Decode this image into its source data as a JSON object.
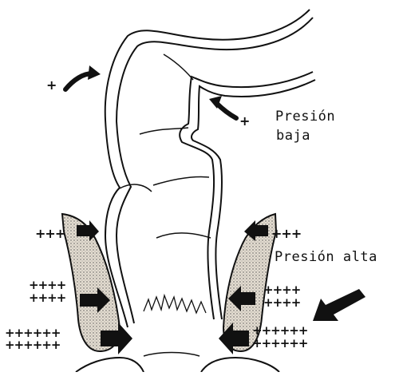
{
  "labels": {
    "low_pressure_line1": "Presión",
    "low_pressure_line2": "baja",
    "high_pressure": "Presión alta"
  },
  "pressure_marks": {
    "top_left": "+",
    "low_pressure": "+",
    "left_upper": "+++",
    "left_mid_1": "++++",
    "left_mid_2": "++++",
    "left_low_1": "++++++",
    "left_low_2": "++++++",
    "right_upper": "+++",
    "right_mid_1": "++++",
    "right_mid_2": "++++",
    "right_low_1": "++++++",
    "right_low_2": "++++++"
  },
  "colors": {
    "ink": "#111111",
    "muscle_fill": "#d9d2c6",
    "background": "#ffffff"
  }
}
